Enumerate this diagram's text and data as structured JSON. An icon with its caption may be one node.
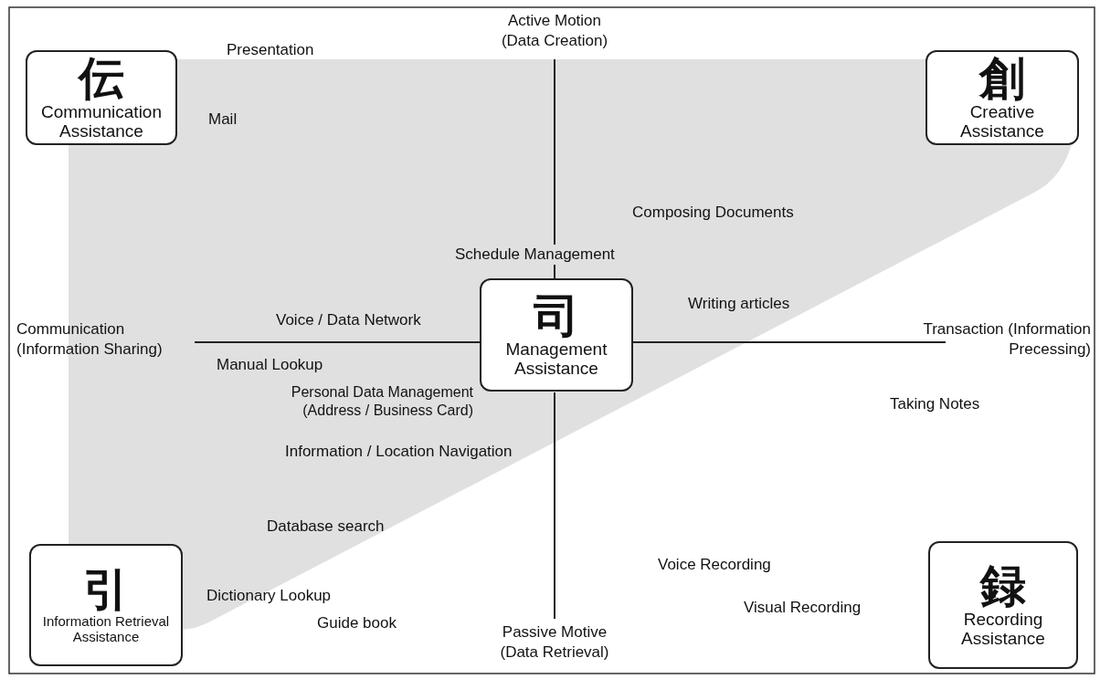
{
  "diagram": {
    "nodes": [
      {
        "text": [
          "伝",
          "Communication Assistance"
        ]
      },
      {
        "text": [
          "創",
          "Creative Assistance"
        ]
      },
      {
        "text": [
          "司",
          "Management Assistance"
        ]
      },
      {
        "text": [
          "引",
          "Information Retrieval Assistance"
        ]
      },
      {
        "text": [
          "録",
          "Recording Assistance"
        ]
      }
    ],
    "labels": [
      "Active Motion (Data Creation)",
      "Presentation",
      "Mail",
      "Composing Documents",
      "Schedule Management",
      "Writing articles",
      "Voice / Data Network",
      "Communication (Information Sharing)",
      "Transaction (Information Precessing)",
      "Manual Lookup",
      "Personal Data Management (Address / Business Card)",
      "Taking Notes",
      "Information / Location Navigation",
      "Database search",
      "Voice Recording",
      "Dictionary Lookup",
      "Visual Recording",
      "Guide book",
      "Passive Motive (Data Retrieval)"
    ]
  }
}
